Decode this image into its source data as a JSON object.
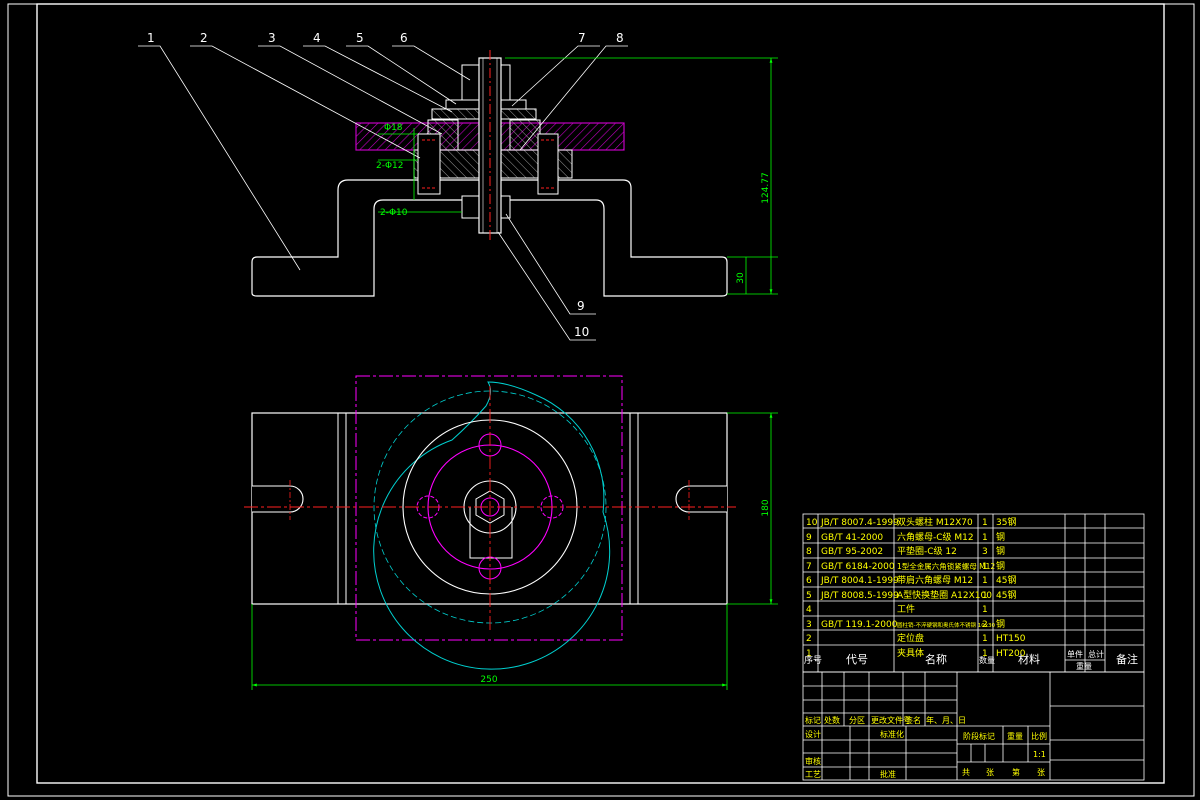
{
  "colors": {
    "background": "#000000",
    "outline": "#ffffff",
    "dimension": "#00ff00",
    "section_hatch": "#c000c0",
    "phantom": "#ff00ff",
    "cyan_outline": "#00d0d0",
    "centerline": "#ff2020",
    "title_text": "#ffff00"
  },
  "callouts": [
    "1",
    "2",
    "3",
    "4",
    "5",
    "6",
    "7",
    "8",
    "9",
    "10"
  ],
  "dimensions": {
    "overall_height": "124.77",
    "base_height": "30",
    "width": "250",
    "depth": "180",
    "hole1": "Φ18",
    "hole2": "2-Φ12",
    "hole3": "2-Φ10"
  },
  "bom": {
    "title_block_name": "",
    "header": {
      "index": "序号",
      "code": "代号",
      "name": "名称",
      "qty": "数量",
      "material": "材料",
      "single": "单件",
      "total": "总计",
      "weight": "重量",
      "remark": "备注"
    },
    "rows": [
      {
        "index": "10",
        "code": "JB/T 8007.4-1999",
        "name": "双头螺柱 M12X70",
        "qty": "1",
        "material": "35钢"
      },
      {
        "index": "9",
        "code": "GB/T 41-2000",
        "name": "六角螺母-C级 M12",
        "qty": "1",
        "material": "钢"
      },
      {
        "index": "8",
        "code": "GB/T 95-2002",
        "name": "平垫圈-C级 12",
        "qty": "3",
        "material": "钢"
      },
      {
        "index": "7",
        "code": "GB/T 6184-2000",
        "name": "1型全金属六角锁紧螺母 M12",
        "qty": "1",
        "material": "钢"
      },
      {
        "index": "6",
        "code": "JB/T 8004.1-1999",
        "name": "带肩六角螺母 M12",
        "qty": "1",
        "material": "45钢"
      },
      {
        "index": "5",
        "code": "JB/T 8008.5-1999",
        "name": "A型快换垫圈 A12X100",
        "qty": "1",
        "material": "45钢"
      },
      {
        "index": "4",
        "code": "",
        "name": "工件",
        "qty": "1",
        "material": ""
      },
      {
        "index": "3",
        "code": "GB/T 119.1-2000",
        "name": "圆柱销-不淬硬钢和奥氏体不锈钢 10x30",
        "qty": "2",
        "material": "钢"
      },
      {
        "index": "2",
        "code": "",
        "name": "定位盘",
        "qty": "1",
        "material": "HT150"
      },
      {
        "index": "1",
        "code": "",
        "name": "夹具体",
        "qty": "1",
        "material": "HT200"
      }
    ]
  },
  "title_block": {
    "change_row": [
      "标记",
      "处数",
      "分区",
      "更改文件号",
      "签名",
      "年、月、日"
    ],
    "design": "设计",
    "standardization": "标准化",
    "review": "审核",
    "process": "工艺",
    "approve": "批准",
    "stage_mark": "阶段标记",
    "weight": "重量",
    "scale": "比例",
    "scale_value": "1:1",
    "sheets": [
      "共",
      "张",
      "第",
      "张"
    ]
  }
}
